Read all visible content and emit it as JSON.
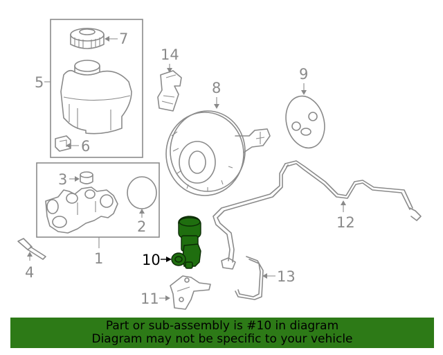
{
  "callouts": {
    "c1": "1",
    "c2": "2",
    "c3": "3",
    "c4": "4",
    "c5": "5",
    "c6": "6",
    "c7": "7",
    "c8": "8",
    "c9": "9",
    "c10": "10",
    "c11": "11",
    "c12": "12",
    "c13": "13",
    "c14": "14"
  },
  "highlighted_part": "10",
  "colors": {
    "highlight": "#1f6e0f",
    "banner": "#2d7a17",
    "line": "#8a8a8a"
  },
  "banner": {
    "line1": "Part or sub-assembly is #10 in diagram",
    "line2": "Diagram may not be specific to your vehicle"
  }
}
